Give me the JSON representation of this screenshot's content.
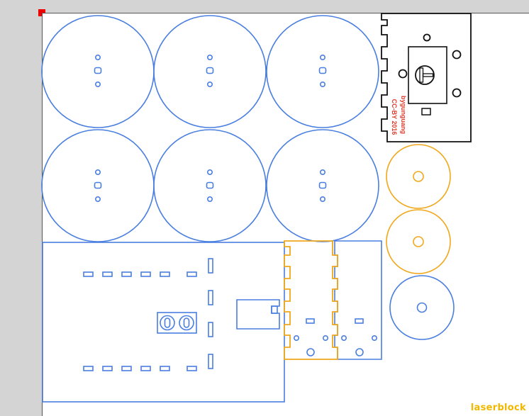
{
  "app": {
    "watermark": "laserblock"
  },
  "colors": {
    "background": "#d4d4d4",
    "canvas": "#ffffff",
    "blue_parts": "#4a7fe0",
    "orange_parts": "#f0a81c",
    "black_parts": "#111111",
    "engrave_text": "#e03a2a",
    "origin_marker": "#ee0000",
    "watermark": "#f0b800"
  },
  "icons": {
    "origin": "origin-marker-square"
  },
  "engraving": {
    "line1": "CC-BY 2016",
    "line2": "bygunguang"
  }
}
